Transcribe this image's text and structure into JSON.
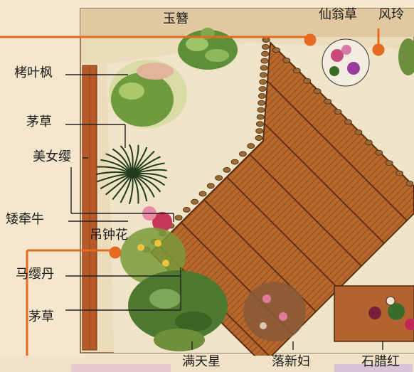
{
  "labels": {
    "yuzan": "玉簪",
    "xianwengcao": "仙翁草",
    "fengling": "风玲",
    "lingyefeng": "栲叶枫",
    "maocao_top": "茅草",
    "meinuying": "美女缨",
    "aiqianniu": "矮牵牛",
    "diaozhonghua": "吊钟花",
    "mayingdan": "马缨丹",
    "maocao_bottom": "茅草",
    "mantianxing": "满天星",
    "luoxinfu": "落新妇",
    "shilahong": "石腊红"
  },
  "colors": {
    "leader_orange": "#e46a1f",
    "leader_black": "#222222",
    "deck": "#b7692d",
    "gravel": "#e9ddc4",
    "wall": "#b85a2a"
  }
}
